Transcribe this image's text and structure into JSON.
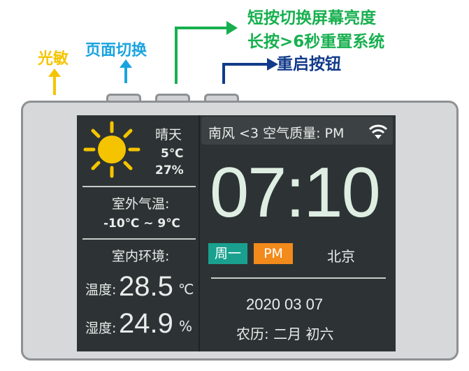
{
  "annotations": {
    "light_sensor": "光敏",
    "page_switch": "页面切换",
    "brightness_line1": "短按切换屏幕亮度",
    "brightness_line2": "长按>6秒重置系统",
    "reboot": "重启按钮"
  },
  "weather": {
    "icon": "sun-icon",
    "condition": "晴天",
    "temperature": "5℃",
    "humidity": "27%"
  },
  "outdoor": {
    "label": "室外气温:",
    "range": "-10℃ ~ 9℃"
  },
  "indoor": {
    "label": "室内环境:",
    "temp_label": "温度:",
    "temp_value": "28.5",
    "temp_unit": "℃",
    "humidity_label": "湿度:",
    "humidity_value": "24.9",
    "humidity_unit": "%"
  },
  "status_bar": {
    "ticker": "南风 <3 空气质量: PM",
    "wifi_icon": "wifi-icon"
  },
  "clock": {
    "time": "07:10",
    "weekday": "周一",
    "ampm": "PM",
    "city": "北京",
    "date": "2020 03 07",
    "lunar_date": "农历: 二月 初六"
  },
  "colors": {
    "yellow": "#f5c400",
    "blue": "#1aa3e0",
    "green": "#17b04f",
    "navy": "#123a8a",
    "weekday_badge": "#1aa08f",
    "ampm_badge": "#f28a1c",
    "screen": "#2d3334"
  }
}
